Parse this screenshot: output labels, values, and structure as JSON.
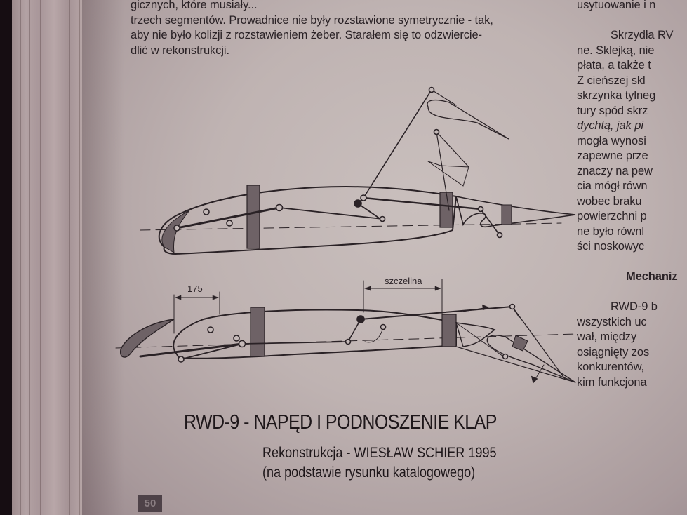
{
  "left_column": {
    "lines": [
      "gicznych, które musiały...",
      "trzech segmentów. Prowadnice nie były rozstawione symetrycznie - tak,",
      "aby nie było kolizji z rozstawieniem żeber. Starałem się to odzwiercie-",
      "dlić w rekonstrukcji."
    ]
  },
  "right_column": {
    "lines": [
      "usytuowanie i n",
      "",
      "Skrzydła RV",
      "ne. Sklejką, nie",
      "płata, a także t",
      "Z cieńszej skl",
      "skrzynka tylneg",
      "tury spód skrz",
      "dychtą, jak pi",
      "mogła wynosi",
      "zapewne prze",
      "znaczy na pew",
      "cia mógł równ",
      "wobec braku",
      "powierzchni p",
      "ne było równl",
      "ści noskowyc",
      "",
      "Mechaniz",
      "",
      "RWD-9 b",
      "wszystkich uc",
      "wał, między",
      "osiągnięty zos",
      "konkurentów,",
      "kim funkcjona"
    ]
  },
  "diagram": {
    "dimension_175": "175",
    "dimension_slot": "szczelina"
  },
  "caption": {
    "title": "RWD-9 - NAPĘD I PODNOSZENIE KLAP",
    "subtitle": "Rekonstrukcja - WIESŁAW SCHIER 1995",
    "note": "(na podstawie rysunku katalogowego)"
  },
  "page_number": "50",
  "colors": {
    "paper": "#c4b9b8",
    "ink": "#2a2226",
    "rib_fill": "#6e6266",
    "page_number_bg": "#4e4248"
  }
}
